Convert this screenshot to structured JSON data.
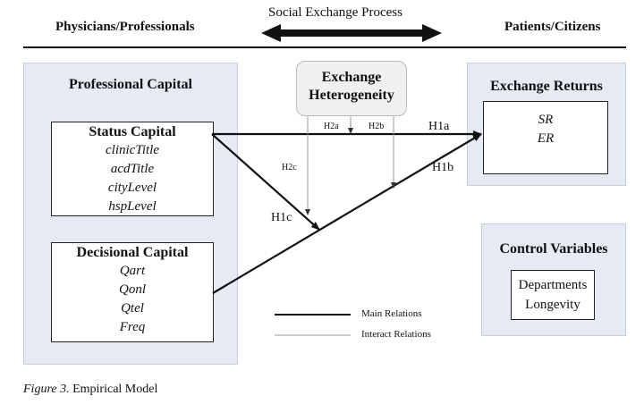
{
  "header": {
    "left": "Physicians/Professionals",
    "center": "Social Exchange Process",
    "right": "Patients/Citizens"
  },
  "professional_capital": {
    "title": "Professional Capital",
    "status": {
      "title": "Status Capital",
      "items": [
        "clinicTitle",
        "acdTitle",
        "cityLevel",
        "hspLevel"
      ]
    },
    "decisional": {
      "title": "Decisional Capital",
      "items": [
        "Qart",
        "Qonl",
        "Qtel",
        "Freq"
      ]
    }
  },
  "heterogeneity": {
    "line1": "Exchange",
    "line2": "Heterogeneity"
  },
  "returns": {
    "title": "Exchange Returns",
    "items": [
      "SR",
      "ER"
    ]
  },
  "controls": {
    "title": "Control Variables",
    "items": [
      "Departments",
      "Longevity"
    ]
  },
  "paths": {
    "h1a": "H1a",
    "h1b": "H1b",
    "h1c": "H1c",
    "h2a": "H2a",
    "h2b": "H2b",
    "h2c": "H2c"
  },
  "legend": {
    "main": "Main Relations",
    "interact": "Interact Relations"
  },
  "caption": {
    "label": "Figure 3.",
    "text": "Empirical Model"
  }
}
